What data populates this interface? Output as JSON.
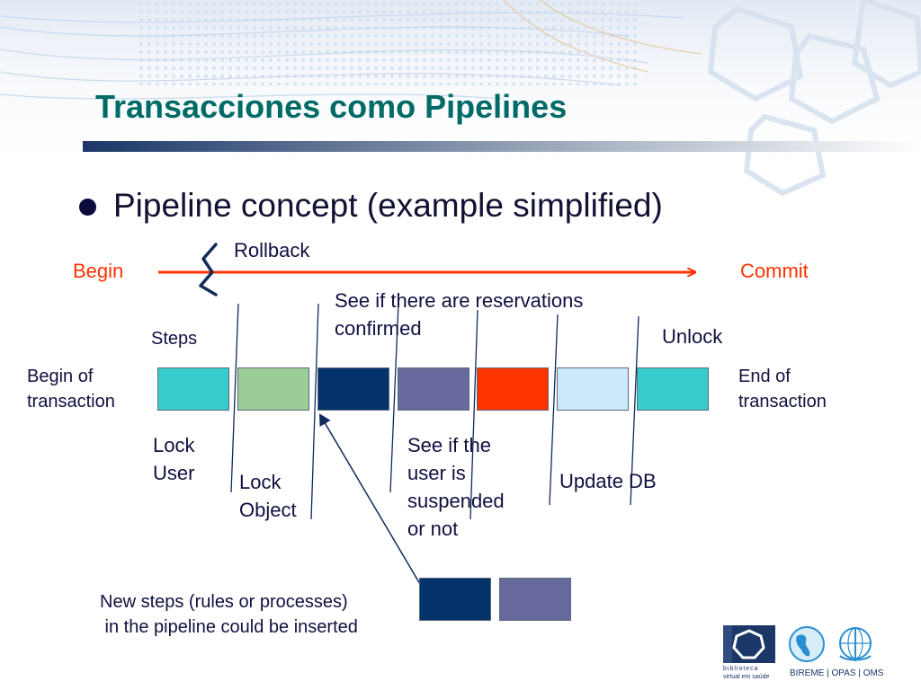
{
  "slide": {
    "title": "Transacciones como Pipelines",
    "bullet": "Pipeline concept (example simplified)"
  },
  "diagram": {
    "rollback": "Rollback",
    "begin": "Begin",
    "commit": "Commit",
    "steps_label": "Steps",
    "begin_transaction": [
      "Begin of",
      "transaction"
    ],
    "end_transaction": [
      "End of",
      "transaction"
    ],
    "reservations_note": [
      "See if there are reservations",
      "confirmed"
    ],
    "unlock": "Unlock",
    "lock_user": [
      "Lock",
      "User"
    ],
    "lock_object": [
      "Lock",
      "Object"
    ],
    "suspended_note": [
      "See if the",
      "user is",
      "suspended",
      "or not"
    ],
    "update_db": "Update DB",
    "new_steps_note": [
      "New steps (rules or processes)",
      " in the pipeline could be inserted"
    ],
    "steps": [
      {
        "color": "#37cccc"
      },
      {
        "color": "#9ccc98"
      },
      {
        "color": "#03336a"
      },
      {
        "color": "#67699c"
      },
      {
        "color": "#ff3300"
      },
      {
        "color": "#cce8fb"
      },
      {
        "color": "#37cccc"
      }
    ],
    "new_steps": [
      {
        "color": "#03336a"
      },
      {
        "color": "#67699c"
      }
    ]
  },
  "logos": {
    "bvs_lines": [
      "biblioteca",
      "virtual em saúde"
    ],
    "partners": "BIREME | OPAS | OMS"
  },
  "colors": {
    "title": "#006b66",
    "accent_red": "#ff3300",
    "arrow_dark": "#102a5a",
    "bar_dark": "#1b3768"
  }
}
